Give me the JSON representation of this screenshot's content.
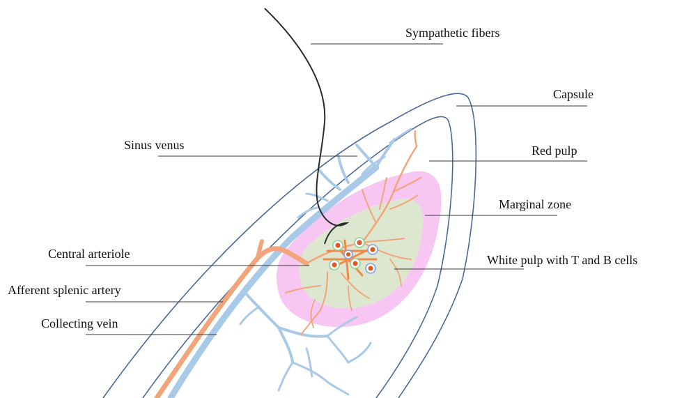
{
  "labels": {
    "sympathetic_fibers": "Sympathetic fibers",
    "capsule": "Capsule",
    "sinus_venus": "Sinus venus",
    "red_pulp": "Red pulp",
    "marginal_zone": "Marginal zone",
    "central_arteriole": "Central arteriole",
    "white_pulp": "White pulp with T and B cells",
    "afferent_artery": "Afferent splenic artery",
    "collecting_vein": "Collecting vein"
  },
  "colors": {
    "capsule_outline": "#4a6a9a",
    "vein": "#a9c9e8",
    "artery": "#f2a57a",
    "arteriole_core": "#f08a4b",
    "marginal_zone": "#f7c6f2",
    "white_pulp": "#dde7d0",
    "nerve": "#2b2b2b",
    "t_cell_ring": "#8fd18f",
    "b_cell_ring": "#8a9ee0",
    "cell_nucleus": "#e2571f"
  }
}
